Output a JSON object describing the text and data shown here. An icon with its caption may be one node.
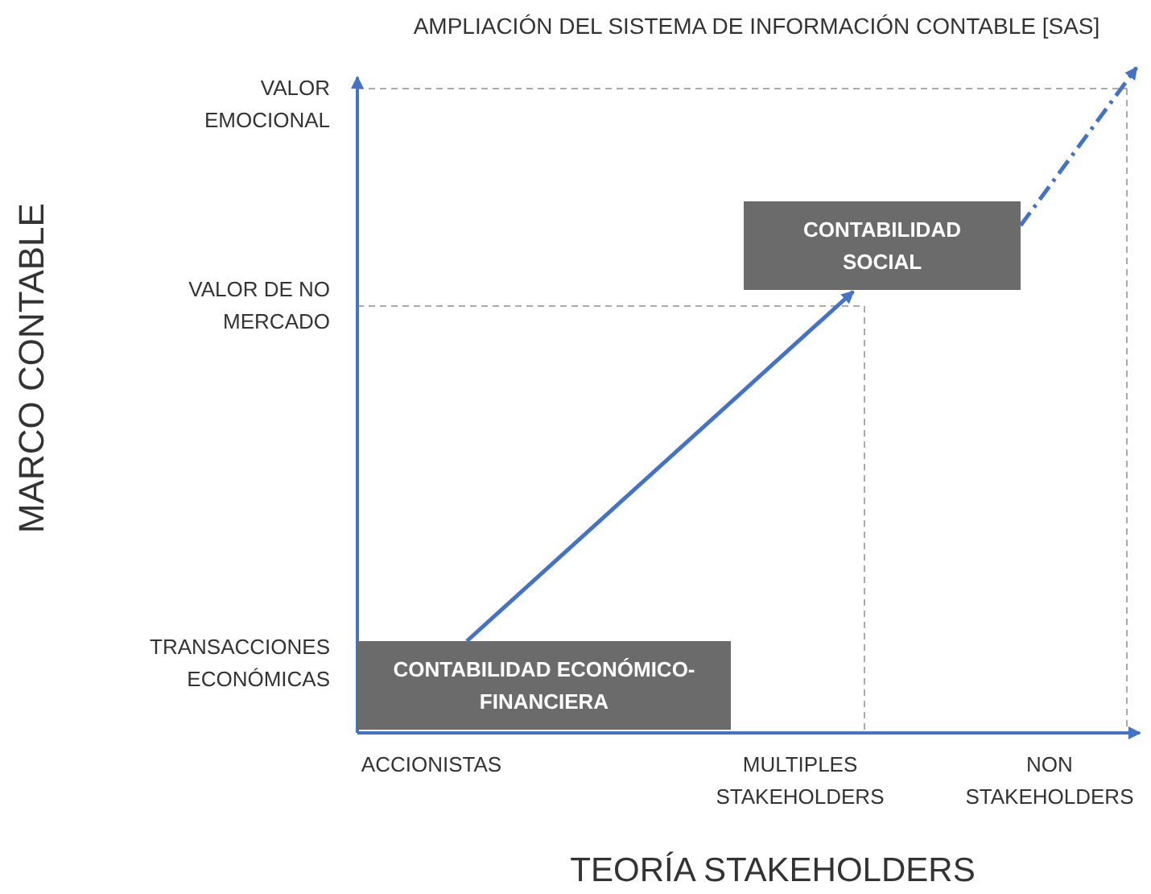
{
  "diagram": {
    "title": "AMPLIACIÓN DEL SISTEMA DE INFORMACIÓN CONTABLE [SAS]",
    "nodes": [
      {
        "text": [
          "CONTABILIDAD ECONÓMICO-FINANCIERA"
        ]
      },
      {
        "text": [
          "CONTABILIDAD SOCIAL"
        ]
      }
    ],
    "edges": [
      {
        "from": 0,
        "to": 1,
        "arrow": "to"
      },
      {
        "from": 1,
        "to": null,
        "arrow": "to",
        "style": "dashed"
      }
    ],
    "labels": [
      "VALOR EMOCIONAL",
      "MARCO CONTABLE",
      "VALOR DE NO MERCADO",
      "TRANSACCIONES ECONÓMICAS",
      "ACCIONISTAS",
      "MULTIPLES STAKEHOLDERS",
      "NON STAKEHOLDERS",
      "TEORÍA STAKEHOLDERS"
    ]
  }
}
